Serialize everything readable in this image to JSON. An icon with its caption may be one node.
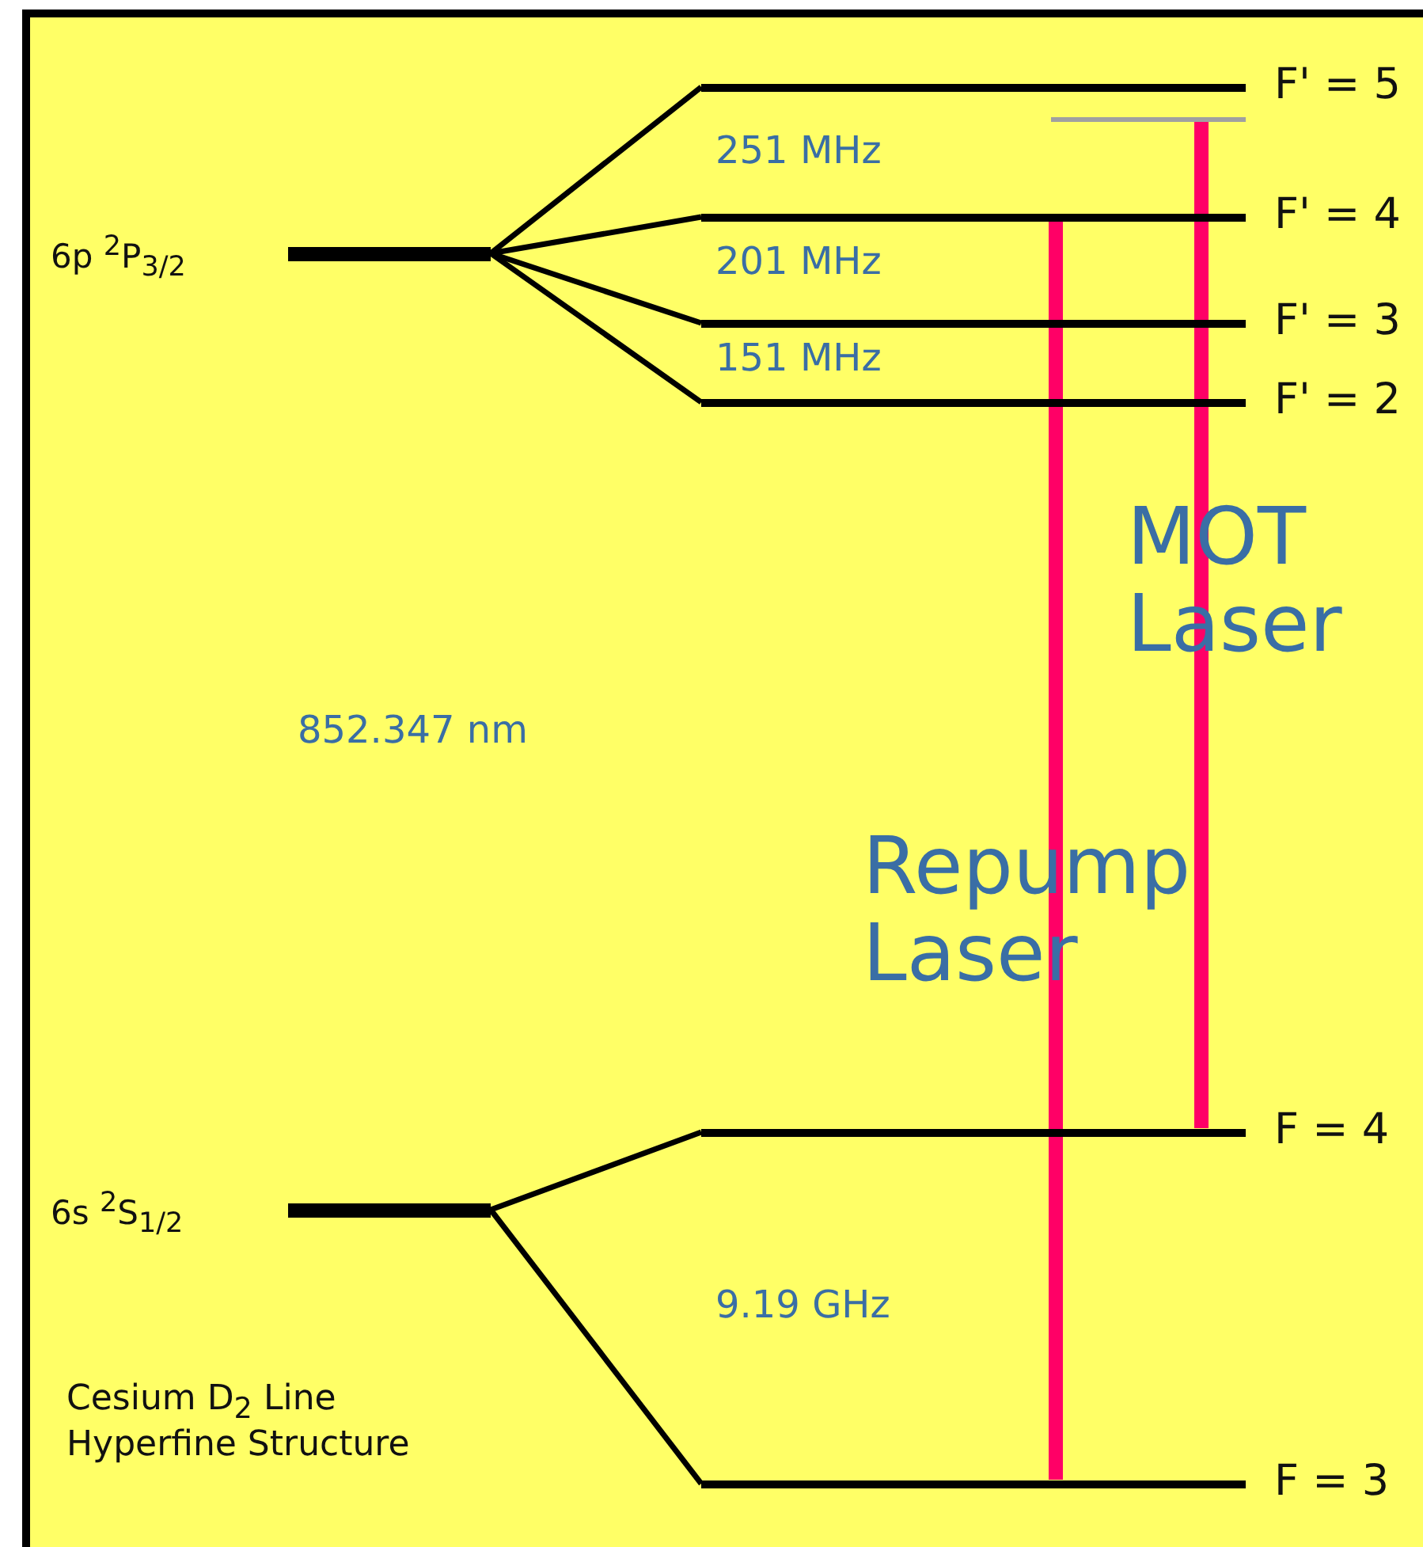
{
  "diagram": {
    "caption": "Cesium D$_{2}$ Line Hyperfine Structure",
    "nodes": [
      {
        "text": [],
        "shape": "bar",
        "beside": [
          "6p $^{2}$P$_{3/2}$"
        ]
      },
      {
        "text": [],
        "shape": "bar",
        "beside": [
          "F' = 5"
        ]
      },
      {
        "text": [],
        "shape": "bar"
      },
      {
        "text": [],
        "shape": "bar",
        "beside": [
          "F' = 4"
        ]
      },
      {
        "text": [],
        "shape": "bar",
        "beside": [
          "F' = 3"
        ]
      },
      {
        "text": [],
        "shape": "bar",
        "beside": [
          "F' = 2"
        ]
      },
      {
        "text": [],
        "shape": "bar",
        "beside": [
          "6s $^{2}$S$_{1/2}$"
        ]
      },
      {
        "text": [],
        "shape": "bar",
        "beside": [
          "F = 4"
        ]
      },
      {
        "text": [],
        "shape": "bar",
        "beside": [
          "F = 3"
        ]
      }
    ],
    "edges": [
      {
        "from": 0,
        "to": 1,
        "arrow": "none"
      },
      {
        "from": 0,
        "to": 3,
        "arrow": "none"
      },
      {
        "from": 0,
        "to": 4,
        "arrow": "none"
      },
      {
        "from": 0,
        "to": 5,
        "arrow": "none"
      },
      {
        "from": 6,
        "to": 7,
        "arrow": "none"
      },
      {
        "from": 6,
        "to": 8,
        "arrow": "none"
      },
      {
        "from": 8,
        "to": 3,
        "arrow": "none",
        "style": "thick",
        "color": "#ff0066"
      },
      {
        "from": 7,
        "to": 2,
        "arrow": "none",
        "style": "thick",
        "color": "#ff0066"
      }
    ],
    "labels": [
      "251 MHz",
      "201 MHz",
      "151 MHz",
      "MOT Laser",
      "852.347 nm",
      "Repump Laser",
      "9.19 GHz"
    ]
  }
}
